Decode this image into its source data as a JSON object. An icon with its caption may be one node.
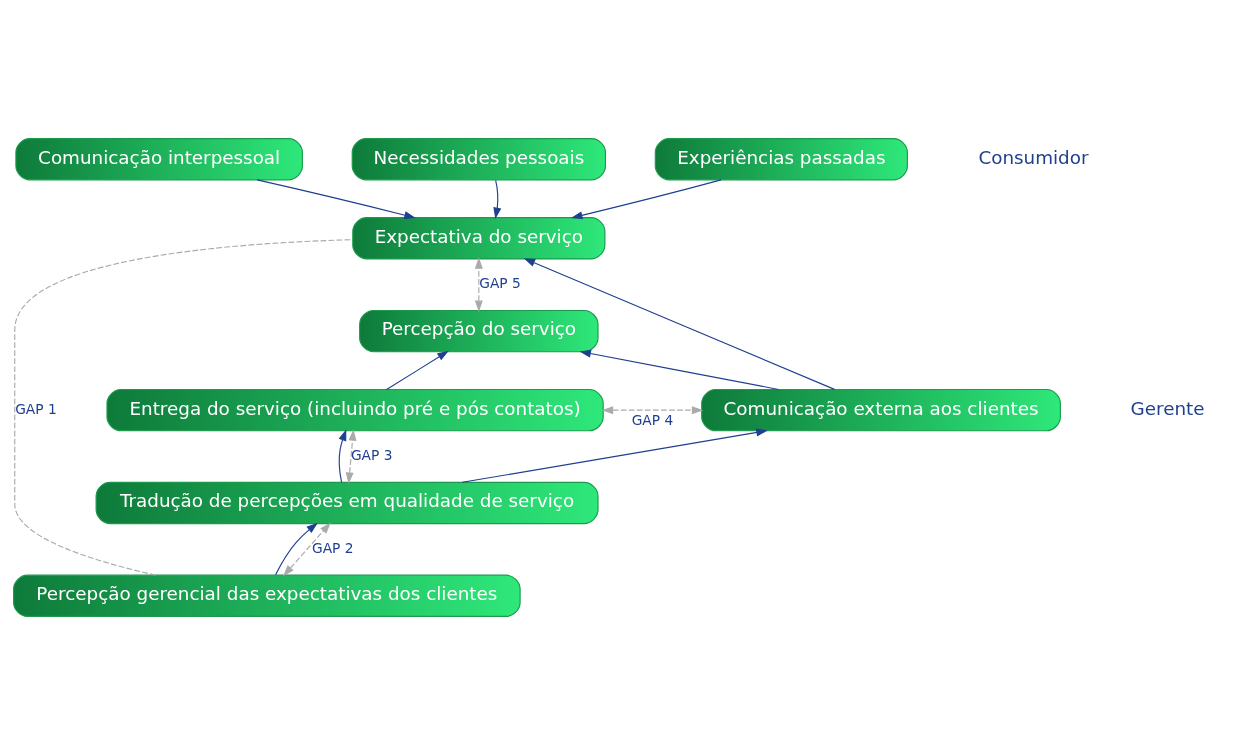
{
  "diagram": {
    "nodes": [
      {
        "text": [
          "Comunicação interpessoal"
        ]
      },
      {
        "text": [
          "Necessidades pessoais"
        ]
      },
      {
        "text": [
          "Experiências passadas"
        ]
      },
      {
        "text": [
          "Expectativa do serviço"
        ]
      },
      {
        "text": [
          "Percepção do serviço"
        ]
      },
      {
        "text": [
          "Entrega do serviço (incluindo pré e pós contatos)"
        ]
      },
      {
        "text": [
          "Comunicação externa aos clientes"
        ]
      },
      {
        "text": [
          "Tradução de percepções em qualidade de serviço"
        ]
      },
      {
        "text": [
          "Percepção gerencial das expectativas dos clientes"
        ]
      }
    ],
    "edges": [
      {
        "from": 0,
        "to": 3,
        "arrow": "to"
      },
      {
        "from": 1,
        "to": 3,
        "arrow": "to"
      },
      {
        "from": 2,
        "to": 3,
        "arrow": "to"
      },
      {
        "from": 6,
        "to": 3,
        "arrow": "to"
      },
      {
        "from": 6,
        "to": 4,
        "arrow": "to"
      },
      {
        "from": 5,
        "to": 4,
        "arrow": "to"
      },
      {
        "from": 7,
        "to": 5,
        "arrow": "to"
      },
      {
        "from": 8,
        "to": 7,
        "arrow": "to"
      },
      {
        "from": 7,
        "to": 6,
        "arrow": "to"
      },
      {
        "from": 4,
        "to": 3,
        "arrow": "both",
        "label": "GAP 5",
        "style": "dashed",
        "color": "#aaaaaa"
      },
      {
        "from": 5,
        "to": 6,
        "arrow": "both",
        "label": "GAP 4",
        "style": "dashed",
        "color": "#aaaaaa"
      },
      {
        "from": 7,
        "to": 5,
        "arrow": "both",
        "label": "GAP 3",
        "style": "dashed",
        "color": "#aaaaaa"
      },
      {
        "from": 8,
        "to": 7,
        "arrow": "both",
        "label": "GAP 2",
        "style": "dashed",
        "color": "#aaaaaa"
      },
      {
        "from": 8,
        "to": 3,
        "arrow": "none",
        "label": "GAP 1",
        "style": "dashed",
        "color": "#aaaaaa"
      }
    ],
    "labels": [
      "Consumidor",
      "Gerente"
    ]
  }
}
